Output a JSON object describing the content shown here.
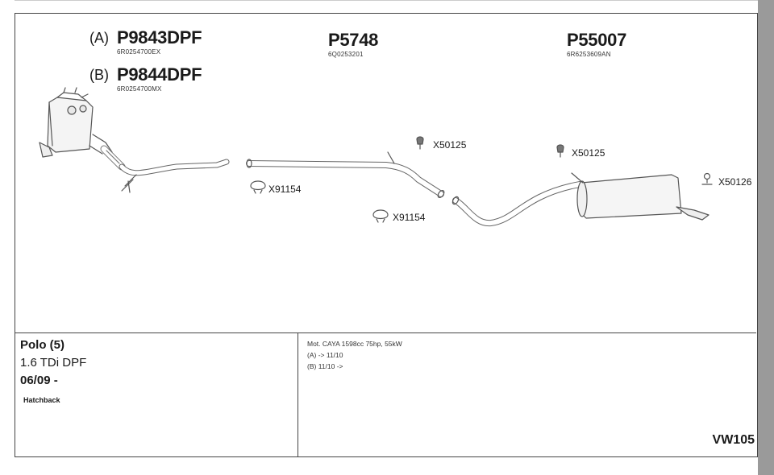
{
  "parts": {
    "dpf_a": {
      "variant": "(A)",
      "number": "P9843DPF",
      "oe": "6R0254700EX"
    },
    "dpf_b": {
      "variant": "(B)",
      "number": "P9844DPF",
      "oe": "6R0254700MX"
    },
    "middle": {
      "number": "P5748",
      "oe": "6Q0253201"
    },
    "rear": {
      "number": "P55007",
      "oe": "6R6253609AN"
    }
  },
  "fittings": {
    "clamp_1": "X91154",
    "clamp_2": "X91154",
    "hanger_1": "X50125",
    "hanger_2": "X50125",
    "hanger_3": "X50126"
  },
  "vehicle": {
    "model": "Polo (5)",
    "engine": "1.6 TDi DPF",
    "years": "06/09 -",
    "body": "Hatchback"
  },
  "notes": {
    "motor": "Mot. CAYA 1598cc 75hp, 55kW",
    "variant_a": "(A) -> 11/10",
    "variant_b": "(B) 11/10 ->"
  },
  "diagram_ref": "VW105"
}
